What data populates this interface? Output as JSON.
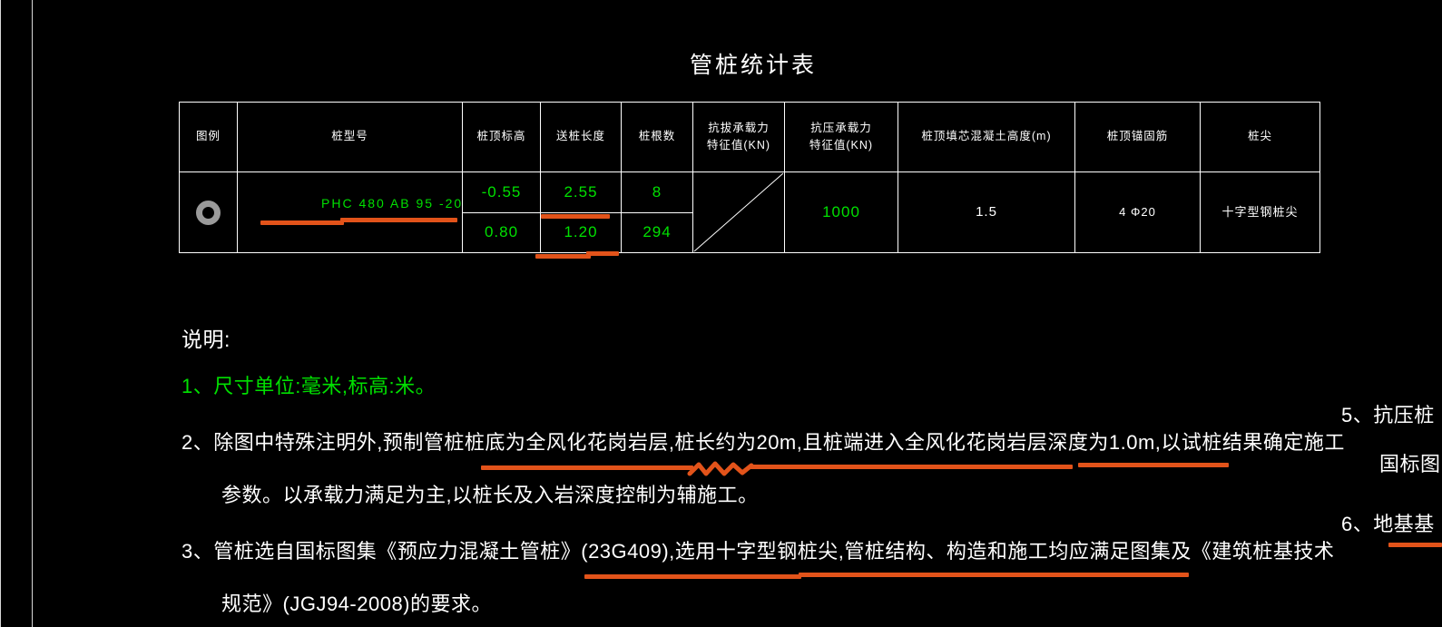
{
  "drawing": {
    "title": "管桩统计表",
    "background_color": "#000000",
    "line_color": "#ffffff",
    "green_color": "#00e000",
    "marker_color": "#e2531a"
  },
  "table": {
    "headers": [
      "图例",
      "桩型号",
      "桩顶标高",
      "送桩长度",
      "桩根数",
      "抗拔承载力",
      "特征值(KN)",
      "抗压承载力",
      "特征值(KN)",
      "桩顶填芯混凝土高度(m)",
      "桩顶锚固筋",
      "桩尖"
    ],
    "header_groups": {
      "legend": "图例",
      "pile_type": "桩型号",
      "top_elevation": "桩顶标高",
      "send_length": "送桩长度",
      "pile_count": "桩根数",
      "pullout_line1": "抗拔承载力",
      "pullout_line2": "特征值(KN)",
      "compression_line1": "抗压承载力",
      "compression_line2": "特征值(KN)",
      "core_fill_height": "桩顶填芯混凝土高度(m)",
      "anchor_bar": "桩顶锚固筋",
      "pile_tip": "桩尖"
    },
    "row": {
      "legend_icon": "pile-donut-icon",
      "pile_type": "PHC 480 AB 95 -20",
      "top_elevation_upper": "-0.55",
      "top_elevation_lower": "0.80",
      "send_length_upper": "2.55",
      "send_length_lower": "1.20",
      "pile_count_upper": "8",
      "pile_count_lower": "294",
      "pullout_value": "",
      "compression_value": "1000",
      "core_fill_height": "1.5",
      "anchor_bar": "4 Φ20",
      "pile_tip": "十字型钢桩尖"
    }
  },
  "notes": {
    "heading": "说明:",
    "items": [
      {
        "id": "note-1",
        "color": "green",
        "lines": [
          "1、尺寸单位:毫米,标高:米。"
        ]
      },
      {
        "id": "note-2",
        "color": "white",
        "lines": [
          "2、除图中特殊注明外,预制管桩桩底为全风化花岗岩层,桩长约为20m,且桩端进入全风化花岗岩层深度为1.0m,以试桩结果确定施工",
          "参数。以承载力满足为主,以桩长及入岩深度控制为辅施工。"
        ]
      },
      {
        "id": "note-3",
        "color": "white",
        "lines": [
          "3、管桩选自国标图集《预应力混凝土管桩》(23G409),选用十字型钢桩尖,管桩结构、构造和施工均应满足图集及《建筑桩基技术",
          "规范》(JGJ94-2008)的要求。"
        ]
      }
    ]
  },
  "notes_right": {
    "items": [
      {
        "id": "note-5",
        "line1": "5、抗压桩",
        "line2": "国标图"
      },
      {
        "id": "note-6",
        "line1": "6、地基基"
      }
    ]
  }
}
